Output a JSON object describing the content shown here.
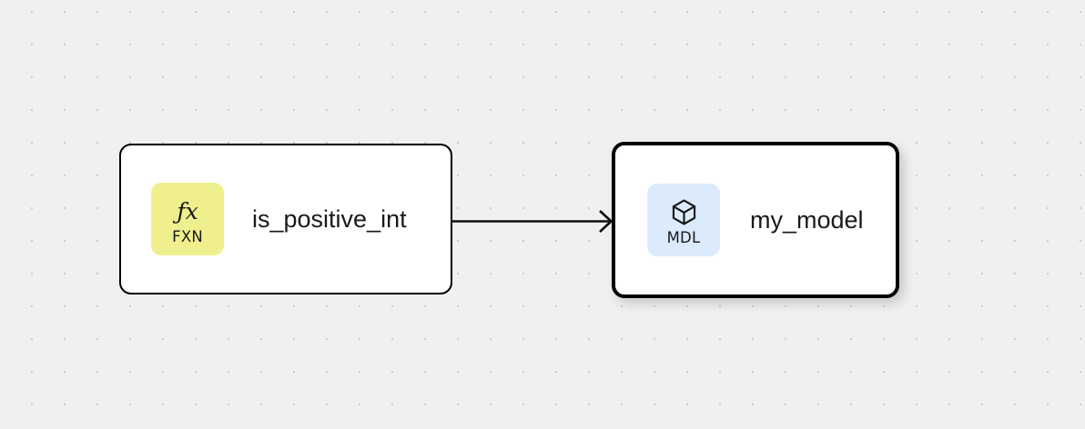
{
  "canvas": {
    "background_color": "#f0f0f0",
    "dot_color": "#bfbfbf",
    "grid_spacing": 36
  },
  "nodes": [
    {
      "id": "is_positive_int",
      "title": "is_positive_int",
      "badge_label": "FXN",
      "badge_glyph": "ƒx",
      "badge_icon": "function-icon",
      "badge_color": "#efef8e",
      "selected": false,
      "border_color": "#000000",
      "fill_color": "#ffffff"
    },
    {
      "id": "my_model",
      "title": "my_model",
      "badge_label": "MDL",
      "badge_glyph": "",
      "badge_icon": "cube-icon",
      "badge_color": "#dcebfb",
      "selected": true,
      "border_color": "#000000",
      "fill_color": "#ffffff"
    }
  ],
  "edges": [
    {
      "id": "edge-is_positive_int-my_model",
      "source": "is_positive_int",
      "target": "my_model",
      "color": "#0d0d0d",
      "arrowhead": "chevron"
    }
  ]
}
